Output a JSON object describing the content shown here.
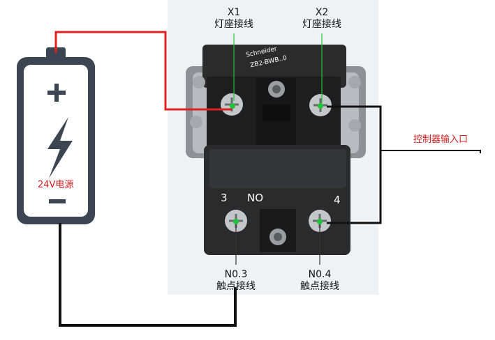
{
  "labels": {
    "x1_title": "X1",
    "x1_desc": "灯座接线",
    "x2_title": "X2",
    "x2_desc": "灯座接线",
    "controller": "控制器输入口",
    "power": "24V电源",
    "n03_title": "N0.3",
    "n03_desc": "触点接线",
    "n04_title": "N0.4",
    "n04_desc": "触点接线"
  },
  "device": {
    "brand": "Schneider",
    "model": "ZB2-BWB..0",
    "terminal_3": "3",
    "terminal_no": "NO",
    "terminal_4": "4"
  },
  "colors": {
    "wire_positive": "#e02020",
    "wire_signal": "#111111",
    "marker": "#22c33a",
    "device_body": "#2b2b2b",
    "photo_bg": "#eef2f4",
    "power_label": "#d11f1f"
  },
  "icons": {
    "battery": "battery-icon",
    "plus": "plus-icon",
    "minus": "minus-icon",
    "bolt": "lightning-bolt-icon"
  }
}
